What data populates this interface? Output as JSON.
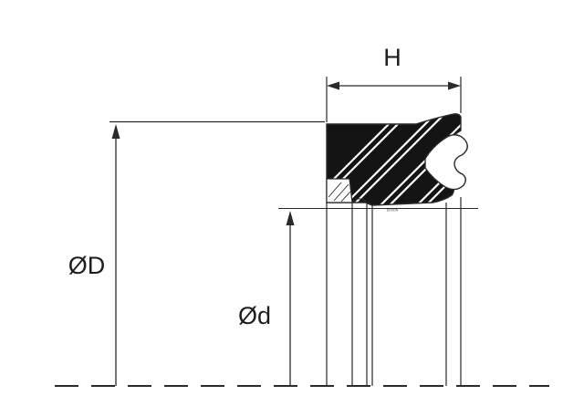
{
  "labels": {
    "height": "H",
    "outer_diameter": "ØD",
    "inner_diameter": "Ød",
    "part_marking": "DDI/DN"
  },
  "colors": {
    "line": "#2a2a2a",
    "fill_dark": "#141414",
    "hatch_light": "#ffffff",
    "text": "#1e1e1e",
    "background": "#ffffff"
  }
}
